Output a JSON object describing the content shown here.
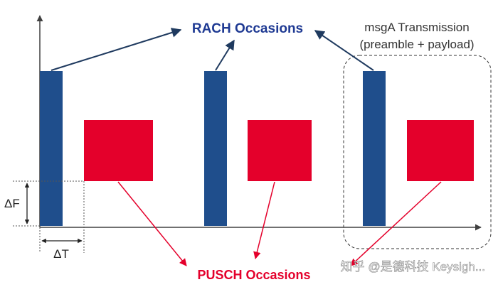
{
  "labels": {
    "rach": "RACH Occasions",
    "pusch": "PUSCH Occasions",
    "msga_line1": "msgA Transmission",
    "msga_line2": "(preamble + payload)",
    "delta_f": "ΔF",
    "delta_t": "ΔT",
    "watermark": "知乎 @是德科技 Keysigh..."
  },
  "colors": {
    "rach_block": "#1f4e8c",
    "pusch_block": "#e4002b",
    "rach_text": "#1f3a93",
    "pusch_text": "#e4002b",
    "axis": "#404040",
    "arrow_dark": "#1f3a5f",
    "arrow_red": "#e4002b"
  }
}
